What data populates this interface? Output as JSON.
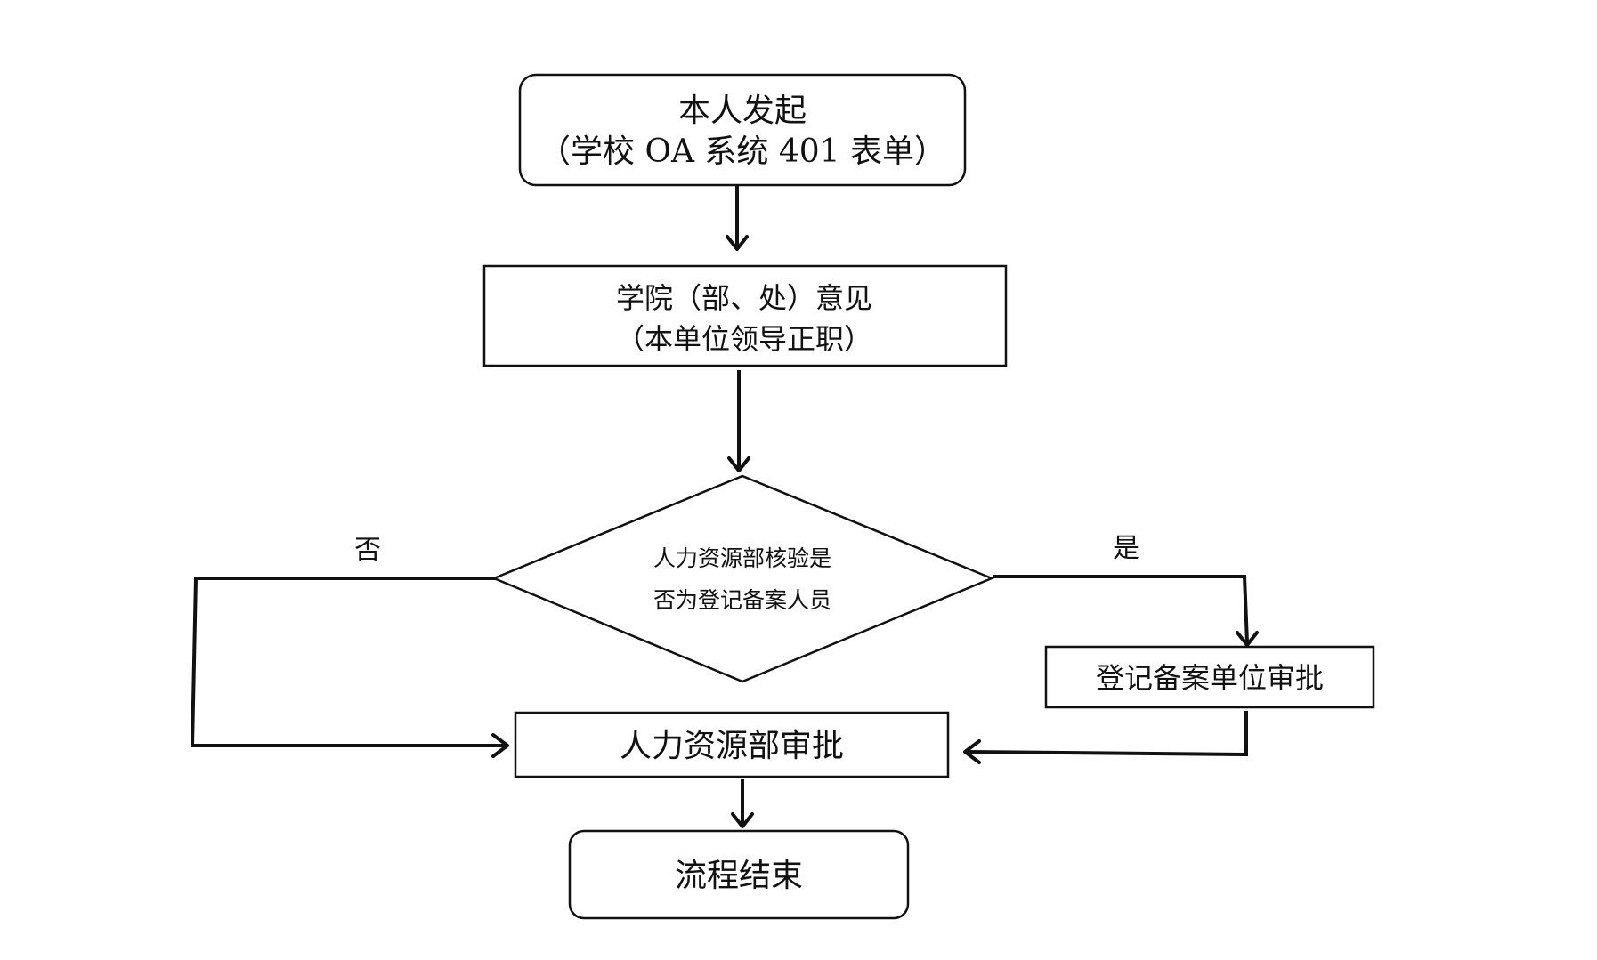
{
  "nodes": {
    "start": {
      "line1": "本人发起",
      "line2": "（学校 OA 系统 401 表单）"
    },
    "college": {
      "line1": "学院（部、处）意见",
      "line2": "（本单位领导正职）"
    },
    "decision": {
      "line1": "人力资源部核验是",
      "line2": "否为登记备案人员"
    },
    "unit_approval": {
      "label": "登记备案单位审批"
    },
    "hr_approval": {
      "label": "人力资源部审批"
    },
    "end": {
      "label": "流程结束"
    }
  },
  "branch_labels": {
    "no": "否",
    "yes": "是"
  },
  "colors": {
    "stroke": "#111111",
    "fill": "#ffffff"
  }
}
